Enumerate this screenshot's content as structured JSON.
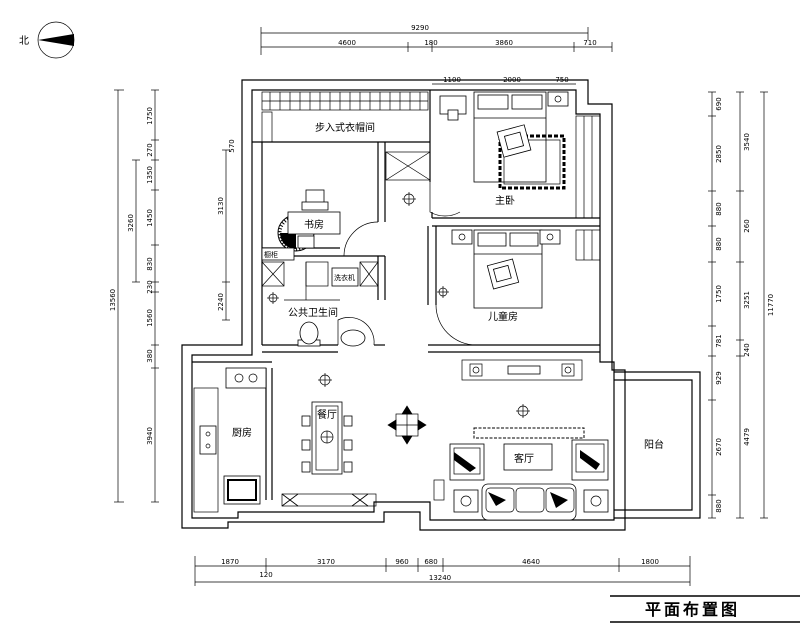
{
  "title": "平面布置图",
  "north_label": "北",
  "rooms": {
    "walkin_closet": "步入式衣帽间",
    "master_bedroom": "主卧",
    "study": "书房",
    "public_bathroom": "公共卫生间",
    "children_room": "儿童房",
    "kitchen": "厨房",
    "dining": "餐厅",
    "living": "客厅",
    "balcony": "阳台"
  },
  "labels": {
    "washer": "洗衣机",
    "cabinet": "橱柜"
  },
  "dims_top": {
    "overall": "9290",
    "seg1": "4600",
    "seg2": "180",
    "seg3": "3860",
    "seg4": "710",
    "inner1": "1100",
    "inner2": "2000",
    "inner3": "750"
  },
  "dims_bottom": {
    "seg1": "1870",
    "seg2": "3170",
    "seg3": "960",
    "seg4": "680",
    "seg5": "4640",
    "seg6": "1800",
    "small": "120",
    "overall": "13240"
  },
  "dims_left": {
    "overall": "13560",
    "sub1": "3260",
    "a1": "1750",
    "a2": "270",
    "a3": "1350",
    "a4": "1450",
    "a5": "830",
    "a6": "230",
    "a7": "1560",
    "a8": "380",
    "a9": "3940",
    "b1": "3130",
    "b2": "2240",
    "b3": "570"
  },
  "dims_right": {
    "overall": "11770",
    "r1": "690",
    "r2": "2850",
    "r3": "880",
    "r4": "880",
    "r5": "1750",
    "r6": "781",
    "r7": "929",
    "r8": "2670",
    "r9": "880",
    "s1": "3540",
    "s2": "260",
    "s3": "3251",
    "s4": "240",
    "s5": "4479"
  }
}
